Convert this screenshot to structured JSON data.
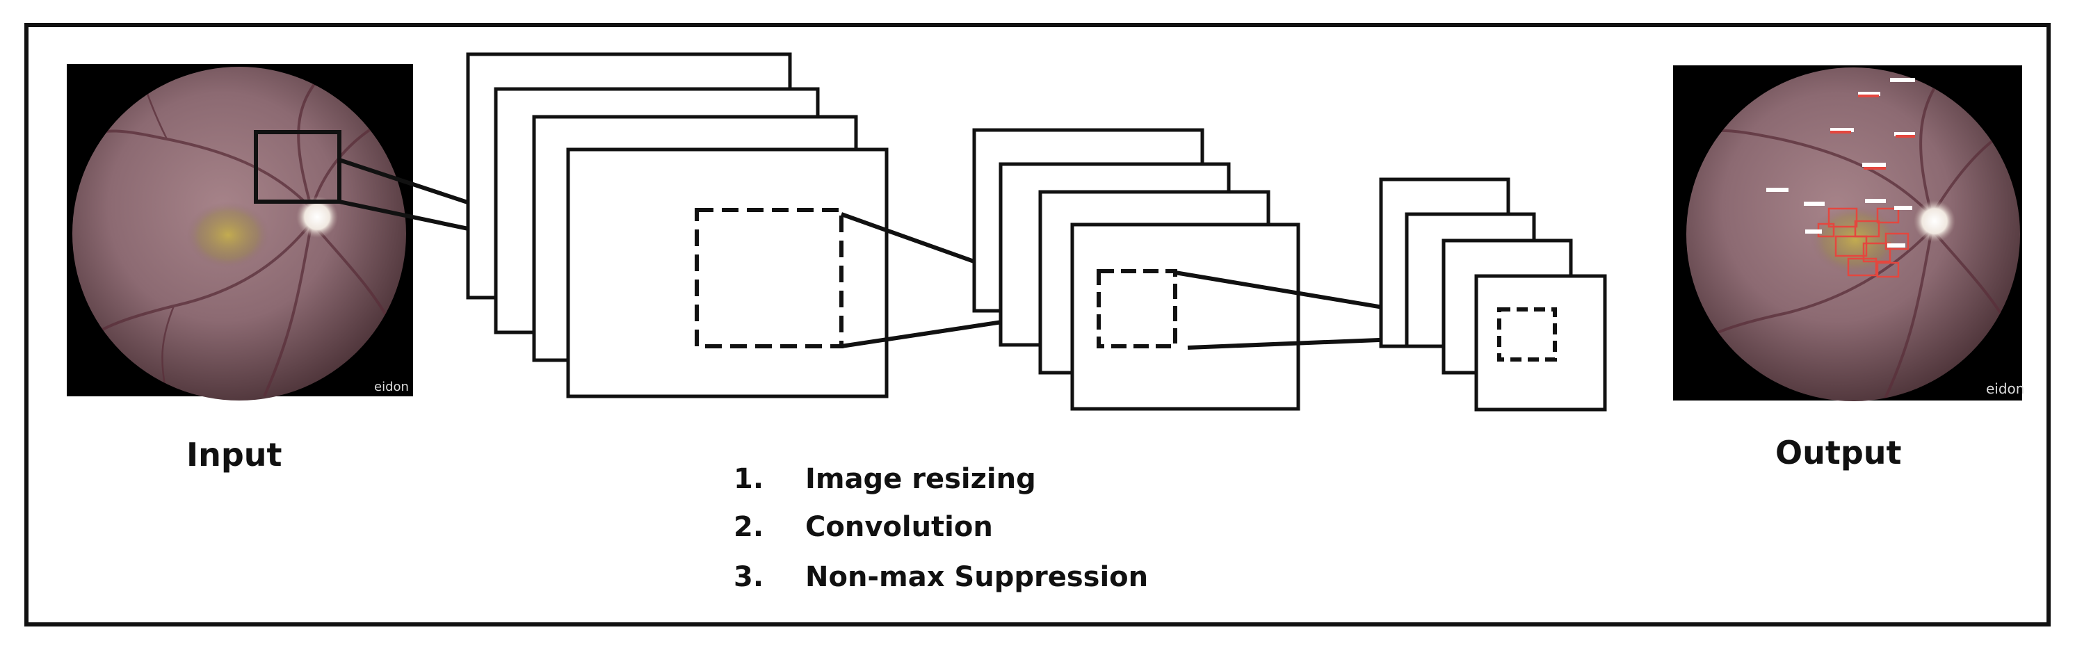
{
  "labels": {
    "input": "Input",
    "output": "Output"
  },
  "steps": [
    {
      "number": "1.",
      "text": "Image resizing"
    },
    {
      "number": "2.",
      "text": "Convolution"
    },
    {
      "number": "3.",
      "text": "Non-max Suppression"
    }
  ],
  "watermarks": {
    "input_logo": "eidon",
    "output_logo": "eidon"
  },
  "colors": {
    "border": "#111111",
    "fundus_bg": "#000000",
    "retina": "#8c6a72",
    "optic_disc": "#f4f0ec",
    "lesion": "#c9b447",
    "vessel": "#5a2f3a",
    "detection_box": "#e4473f",
    "detection_label": "#ffffff"
  }
}
